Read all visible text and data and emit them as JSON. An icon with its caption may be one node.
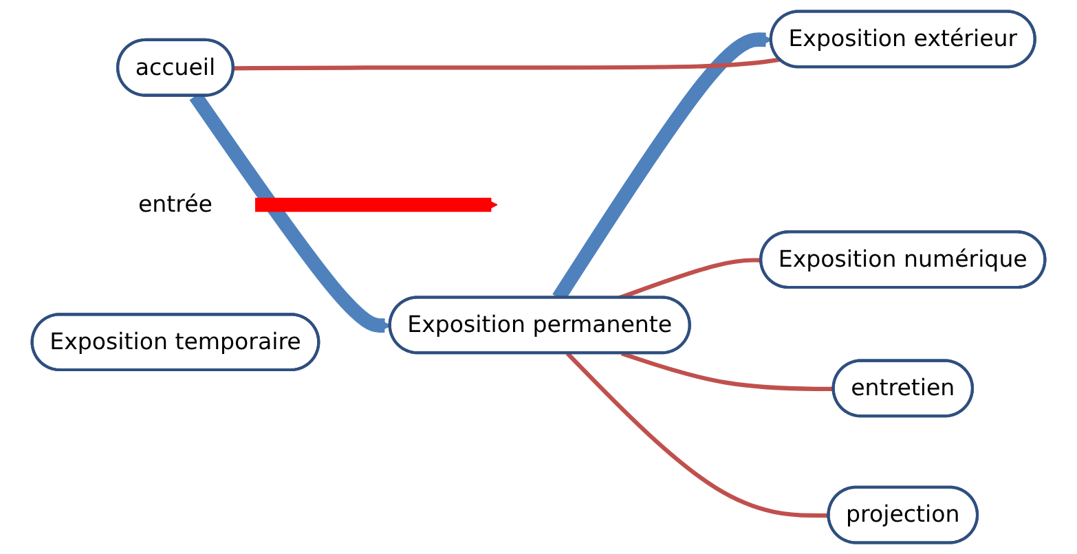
{
  "diagram": {
    "nodes": [
      {
        "text": [
          "accueil"
        ]
      },
      {
        "text": [
          "Exposition temporaire"
        ]
      },
      {
        "text": [
          "Exposition numérique"
        ]
      },
      {
        "text": [
          "Exposition permanente"
        ]
      },
      {
        "text": [
          "entretien"
        ]
      },
      {
        "text": [
          "Exposition extérieur"
        ]
      },
      {
        "text": [
          "projection"
        ]
      },
      {
        "text": [
          "entrée"
        ]
      }
    ],
    "edges": [
      {
        "from": 0,
        "to": 3,
        "arrow": "to",
        "style": "thick",
        "color": "#4f81bd"
      },
      {
        "from": 3,
        "to": 5,
        "arrow": "to",
        "style": "thick",
        "color": "#4f81bd"
      },
      {
        "from": 0,
        "to": 5,
        "arrow": "none"
      },
      {
        "from": 3,
        "to": 2,
        "arrow": "none"
      },
      {
        "from": 3,
        "to": 4,
        "arrow": "none"
      },
      {
        "from": 3,
        "to": 6,
        "arrow": "none"
      },
      {
        "from": 7,
        "to": null,
        "arrow": "to",
        "style": "thick",
        "color": "#ff0000"
      }
    ]
  }
}
